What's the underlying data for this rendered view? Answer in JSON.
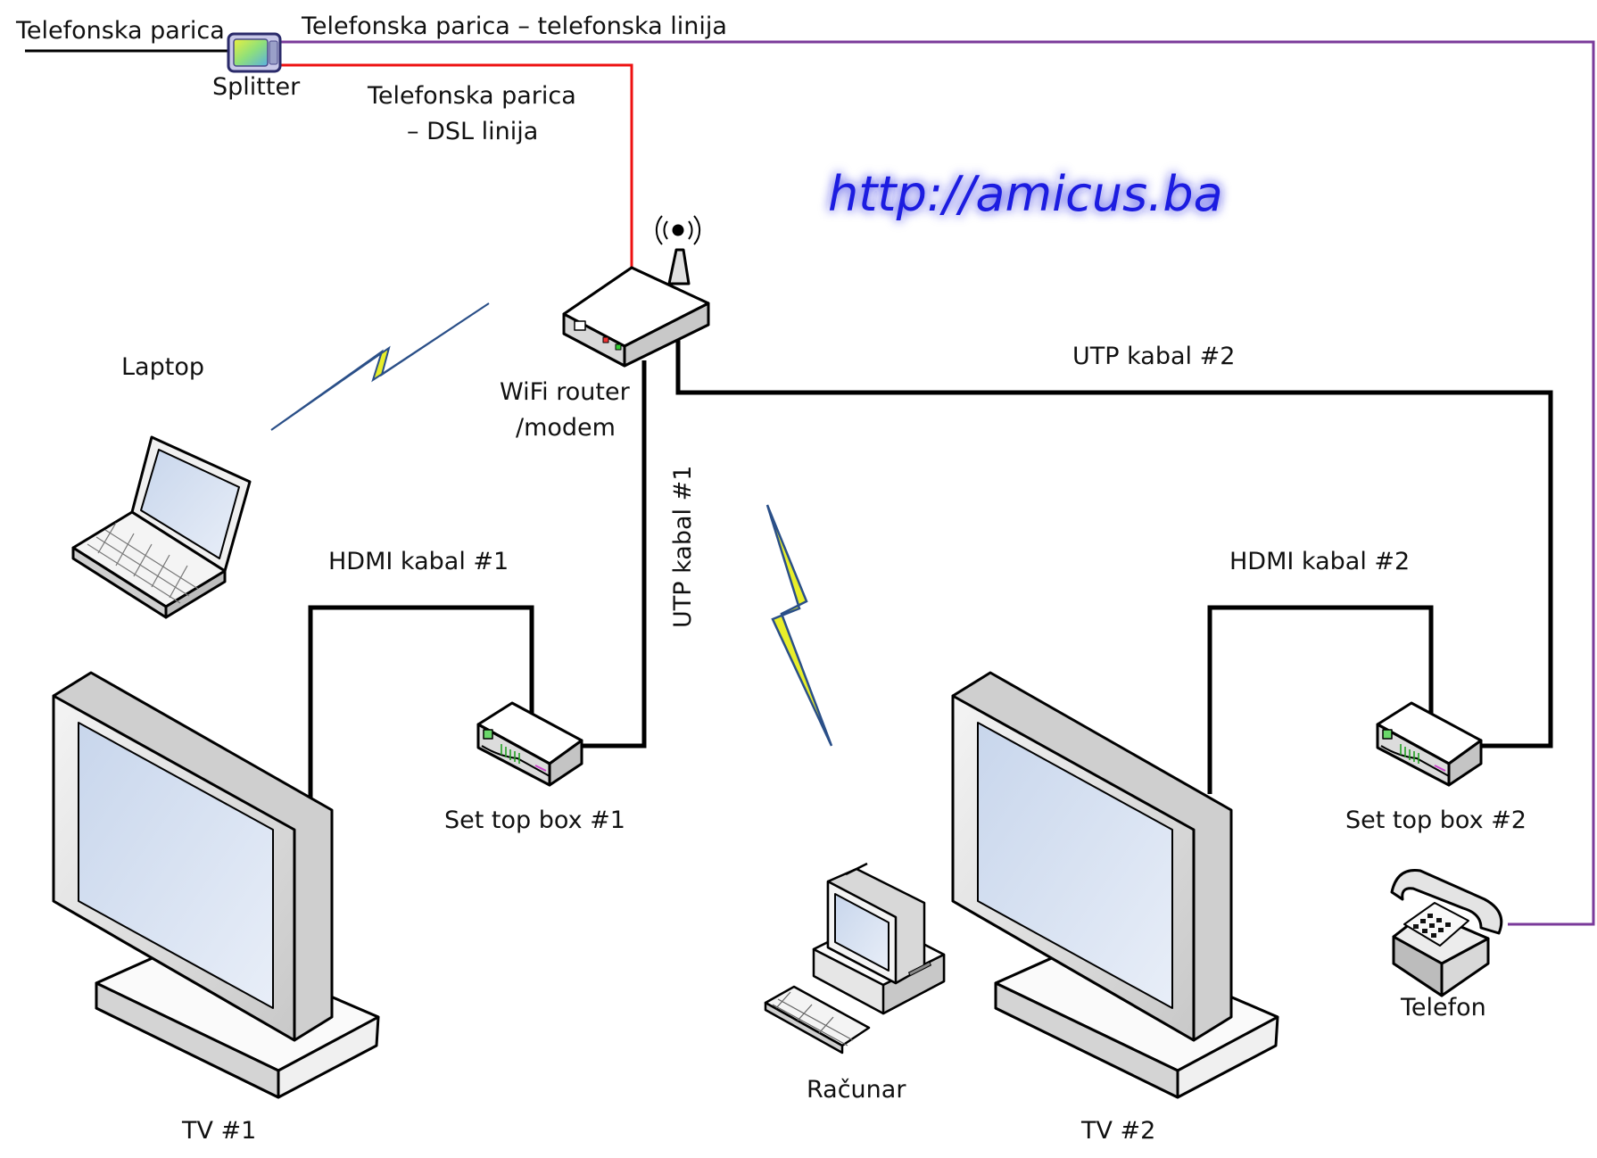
{
  "labels": {
    "line_in": "Telefonska parica",
    "splitter": "Splitter",
    "phone_line": "Telefonska parica – telefonska linija",
    "dsl_line_1": "Telefonska parica",
    "dsl_line_2": "– DSL linija",
    "url": "http://amicus.ba",
    "laptop": "Laptop",
    "router_1": "WiFi router",
    "router_2": "/modem",
    "utp2": "UTP kabal #2",
    "utp1": "UTP kabal #1",
    "hdmi1": "HDMI kabal #1",
    "hdmi2": "HDMI kabal #2",
    "stb1": "Set top box #1",
    "stb2": "Set top box #2",
    "pc": "Računar",
    "phone": "Telefon",
    "tv1": "TV #1",
    "tv2": "TV #2"
  },
  "colors": {
    "dsl_line": "#ee1111",
    "phone_line": "#7a3a9a",
    "cable": "#000000",
    "url_glow": "#8fb4f0",
    "lightning_fill": "#e8ee2a",
    "lightning_edge": "#2a4f88"
  }
}
